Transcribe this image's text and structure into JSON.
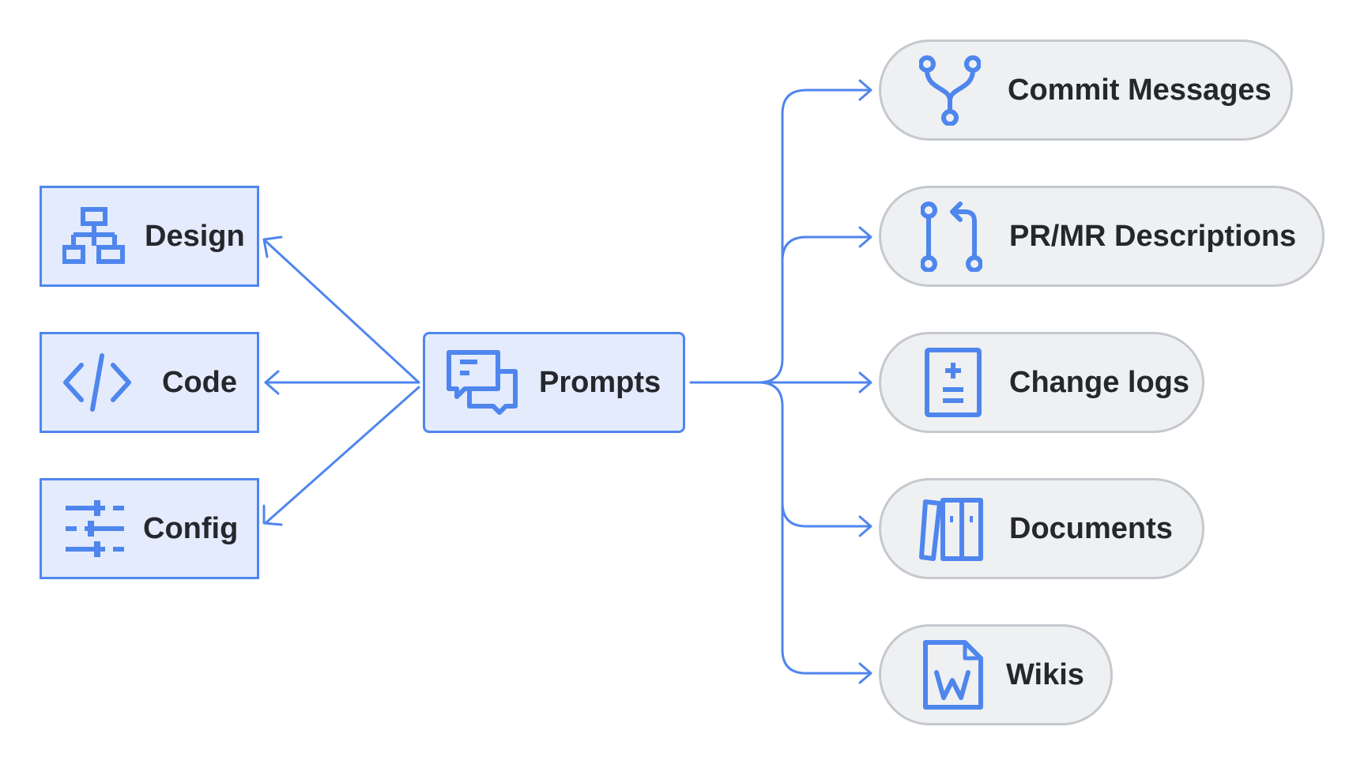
{
  "diagram": {
    "hub": {
      "label": "Prompts",
      "icon": "chat-bubbles-icon"
    },
    "inputs": [
      {
        "label": "Design",
        "icon": "hierarchy-icon"
      },
      {
        "label": "Code",
        "icon": "code-brackets-icon"
      },
      {
        "label": "Config",
        "icon": "sliders-icon"
      }
    ],
    "outputs": [
      {
        "label": "Commit Messages",
        "icon": "git-branch-icon"
      },
      {
        "label": "PR/MR Descriptions",
        "icon": "pull-request-icon"
      },
      {
        "label": "Change logs",
        "icon": "diff-file-icon"
      },
      {
        "label": "Documents",
        "icon": "books-icon"
      },
      {
        "label": "Wikis",
        "icon": "wiki-document-icon"
      }
    ],
    "colors": {
      "accent": "#4f86ee",
      "node_fill": "#e3ebfd",
      "pill_fill": "#eff0f2",
      "pill_border": "#c5c8cd",
      "text": "#25272c"
    }
  }
}
